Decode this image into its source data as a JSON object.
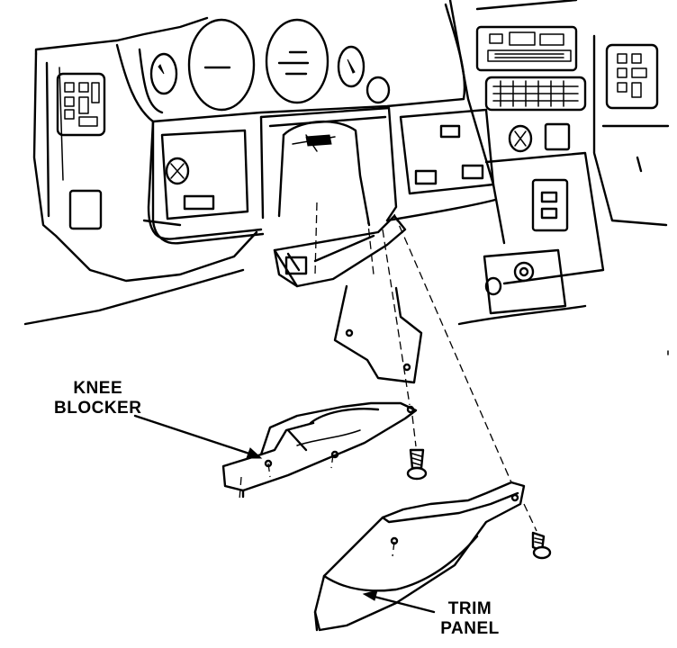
{
  "labels": {
    "knee_blocker": [
      "KNEE",
      "BLOCKER"
    ],
    "trim_panel": [
      "TRIM",
      "PANEL"
    ]
  },
  "colors": {
    "ink": "#000000",
    "paper": "#ffffff"
  }
}
